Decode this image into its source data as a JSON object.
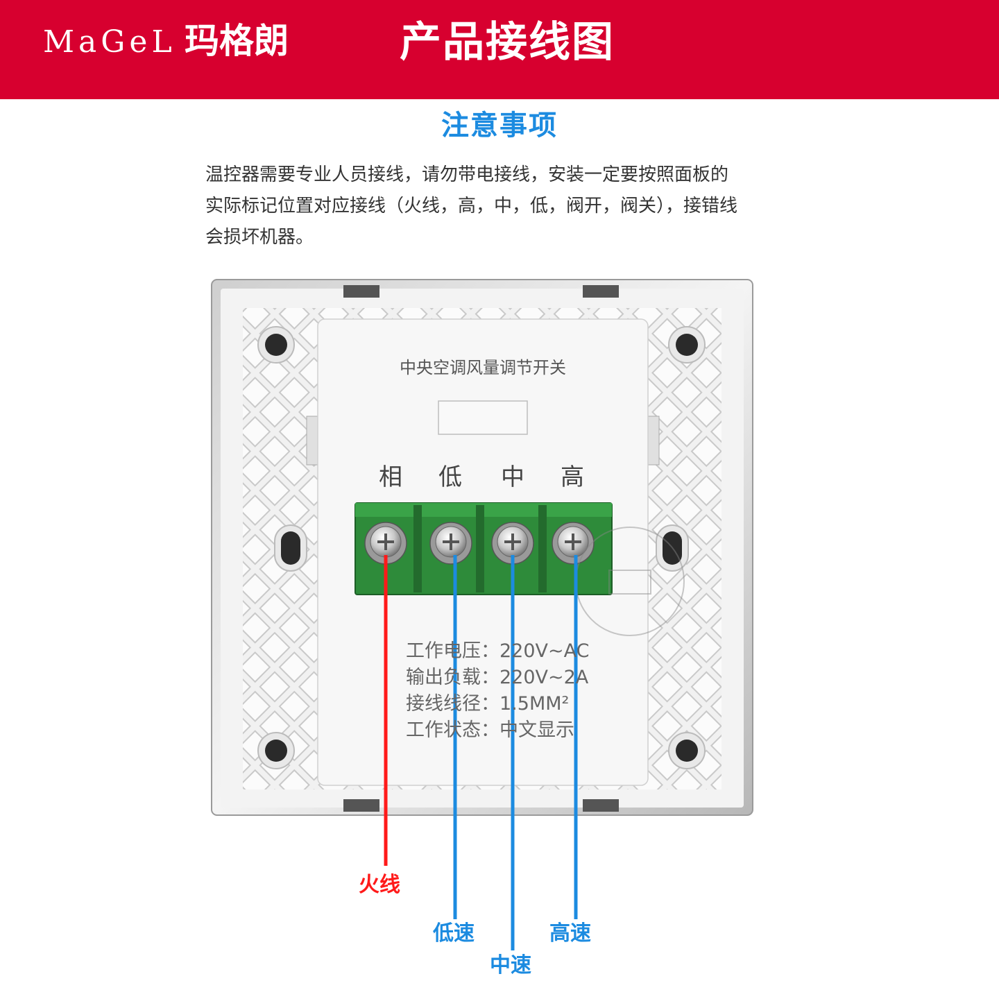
{
  "header": {
    "brand_en": "MaGeL",
    "brand_cn": "玛格朗",
    "title": "产品接线图"
  },
  "notice": {
    "heading": "注意事项",
    "lines": [
      "温控器需要专业人员接线，请勿带电接线，安装一定要按照面板的",
      "实际标记位置对应接线（火线，高，中，低，阀开，阀关），接错线",
      "会损坏机器。"
    ]
  },
  "panel": {
    "product_name": "中央空调风量调节开关",
    "terminal_labels": [
      "相",
      "低",
      "中",
      "高"
    ],
    "specs": [
      "工作电压：220V~AC",
      "输出负载：220V~2A",
      "接线线径：1.5MM²",
      "工作状态：中文显示"
    ]
  },
  "wires": [
    {
      "label": "火线",
      "color": "#ff1a1a"
    },
    {
      "label": "低速",
      "color": "#1c8be0"
    },
    {
      "label": "中速",
      "color": "#1c8be0"
    },
    {
      "label": "高速",
      "color": "#1c8be0"
    }
  ],
  "colors": {
    "brand_red": "#d7002f",
    "accent_blue": "#1c8be0",
    "terminal_green": "#2e8b3a"
  },
  "icons": {
    "watermark": "magel-store-stamp"
  }
}
